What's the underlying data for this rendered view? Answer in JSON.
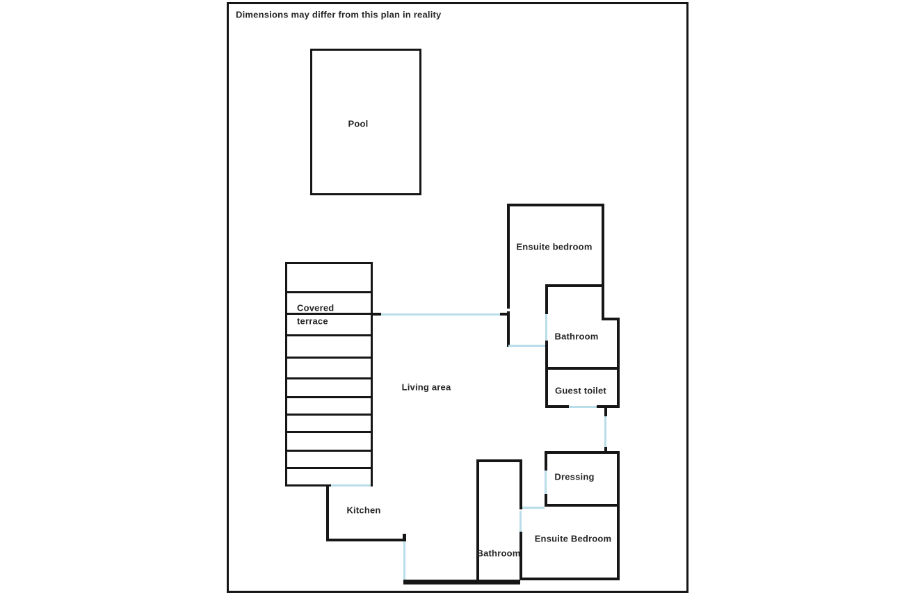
{
  "disclaimer": "Dimensions may differ from this plan in reality",
  "colors": {
    "wall": "#161616",
    "opening": "#b9dde9",
    "background": "#ffffff",
    "text": "#252525"
  },
  "rooms": {
    "pool": "Pool",
    "covered_terrace_line1": "Covered",
    "covered_terrace_line2": "terrace",
    "living_area": "Living area",
    "kitchen": "Kitchen",
    "ensuite_bedroom_top": "Ensuite bedroom",
    "bathroom_top": "Bathroom",
    "guest_toilet": "Guest toilet",
    "dressing": "Dressing",
    "ensuite_bedroom_bottom": "Ensuite Bedroom",
    "bathroom_bottom": "Bathroom"
  }
}
